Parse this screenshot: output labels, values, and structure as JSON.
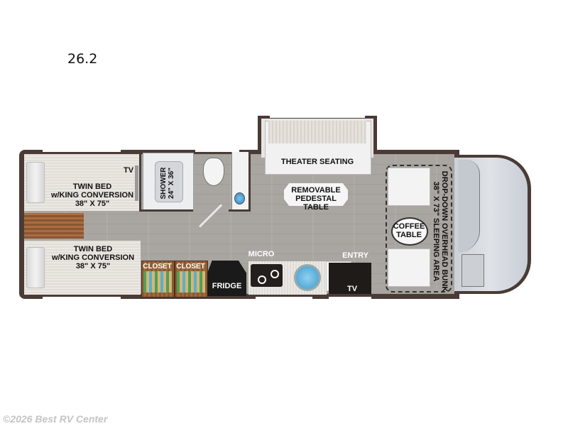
{
  "header": {
    "model_number": "26.2"
  },
  "floorplan": {
    "rear_beds": [
      {
        "line1": "TWIN BED",
        "line2": "w/KING CONVERSION",
        "line3": "38\" X 75\"",
        "tv_label": "TV"
      },
      {
        "line1": "TWIN BED",
        "line2": "w/KING CONVERSION",
        "line3": "38\" X 75\""
      }
    ],
    "shower": {
      "line1": "SHOWER",
      "line2": "24\" X 36\""
    },
    "theater_seating": "THEATER SEATING",
    "pedestal_table": {
      "line1": "REMOVABLE",
      "line2": "PEDESTAL TABLE"
    },
    "closets": [
      "CLOSET",
      "CLOSET"
    ],
    "fridge": "FRIDGE",
    "micro": "MICRO",
    "entry": "ENTRY",
    "entry_tv": "TV",
    "coffee_table": {
      "line1": "COFFEE",
      "line2": "TABLE"
    },
    "overhead_bunk": {
      "line1": "DROP-DOWN OVERHEAD BUNK",
      "line2": "38\" X 73\" SLEEPING AREA"
    },
    "colors": {
      "wall": "#4a3b36",
      "floor": "#a9a5a0",
      "cab": "#cfd4da",
      "shower_accent": "#4fa3d9",
      "fridge": "#1a1a1a"
    }
  },
  "footer": {
    "copyright": "©2026 Best RV Center"
  }
}
